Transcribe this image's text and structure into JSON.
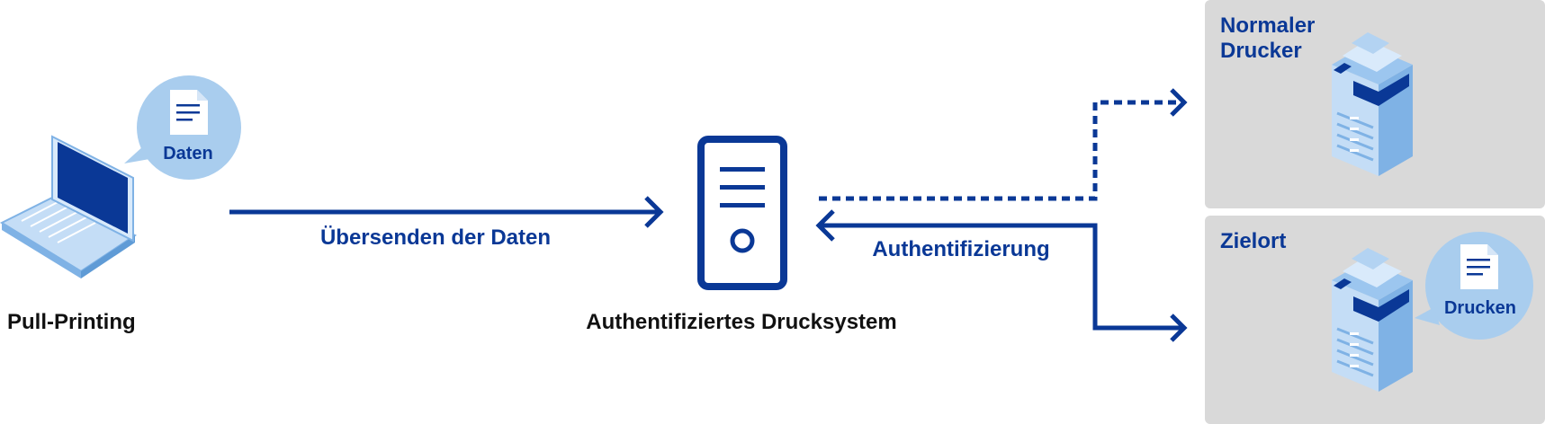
{
  "colors": {
    "primary_blue": "#0a3896",
    "light_blue": "#a9cdee",
    "device_blue": "#b3d3f2",
    "panel_gray": "#d9d9d9",
    "text_dark": "#111111",
    "white": "#ffffff"
  },
  "source": {
    "label": "Pull-Printing",
    "bubble_label": "Daten",
    "icon": "laptop-icon"
  },
  "arrow_send": {
    "label": "Übersenden der Daten"
  },
  "server": {
    "label": "Authentifiziertes Drucksystem",
    "icon": "server-icon"
  },
  "arrow_auth": {
    "label": "Authentifizierung"
  },
  "printers": {
    "normal": {
      "title_line1": "Normaler",
      "title_line2": "Drucker",
      "icon": "printer-icon"
    },
    "destination": {
      "title": "Zielort",
      "bubble_label": "Drucken",
      "icon": "printer-icon"
    }
  }
}
